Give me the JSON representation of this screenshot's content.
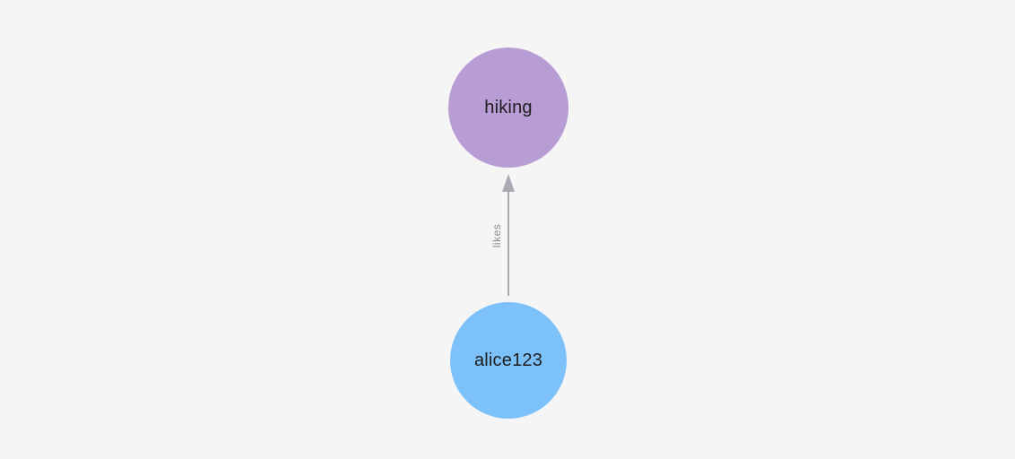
{
  "canvas": {
    "background_color": "#f5f5f6"
  },
  "graph": {
    "nodes": [
      {
        "id": "hiking",
        "label": "hiking",
        "color": "#b89dd4",
        "text_color": "#1d1d1f"
      },
      {
        "id": "alice123",
        "label": "alice123",
        "color": "#7dc1fa",
        "text_color": "#1d1d1f"
      }
    ],
    "edges": [
      {
        "label": "likes",
        "from": "alice123",
        "to": "hiking",
        "direction": "up",
        "color": "#a9aab2",
        "label_color": "#8e8e93"
      }
    ]
  }
}
